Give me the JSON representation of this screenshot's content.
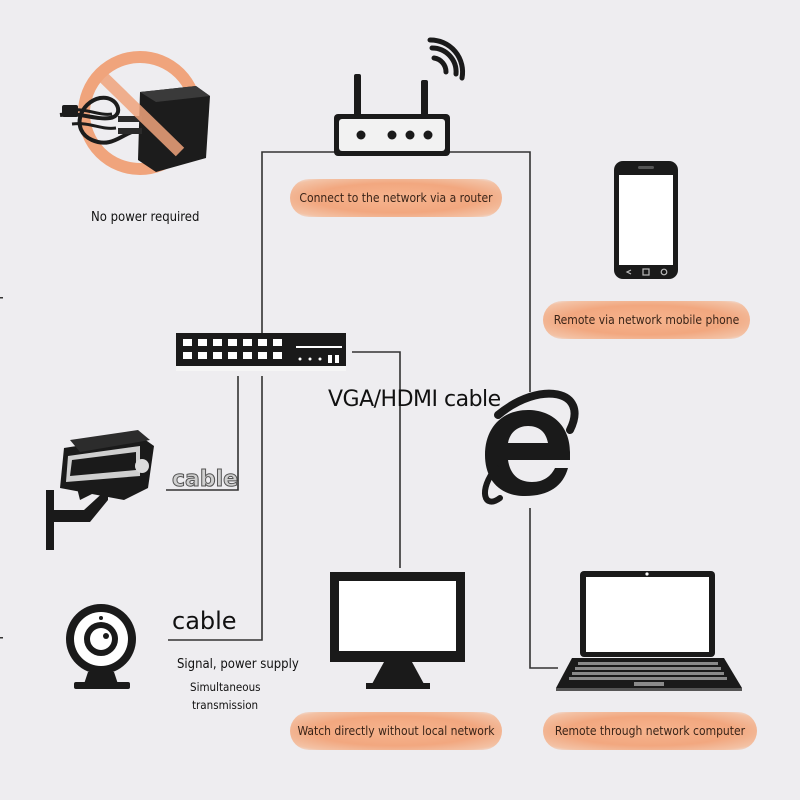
{
  "labels": {
    "no_power": "No power required",
    "router_pill": "Connect to the network via a router",
    "phone_pill": "Remote via network mobile phone",
    "vga_hdmi": "VGA/HDMI cable",
    "cable_camera": "cable",
    "cable_webcam": "cable",
    "signal_power": "Signal, power supply",
    "simultaneous": "Simultaneous",
    "transmission": "transmission",
    "monitor_pill": "Watch directly without local network",
    "computer_pill": "Remote through network computer"
  },
  "colors": {
    "background": "#eeedf0",
    "pill": "#f2a77f",
    "line": "#333333",
    "device": "#1a1a1a",
    "forbidden": "#f0a47c"
  },
  "icons": [
    "power-adapter-icon",
    "no-entry-icon",
    "router-icon",
    "wifi-icon",
    "network-switch-icon",
    "security-camera-icon",
    "webcam-icon",
    "monitor-icon",
    "internet-explorer-icon",
    "smartphone-icon",
    "laptop-icon"
  ]
}
